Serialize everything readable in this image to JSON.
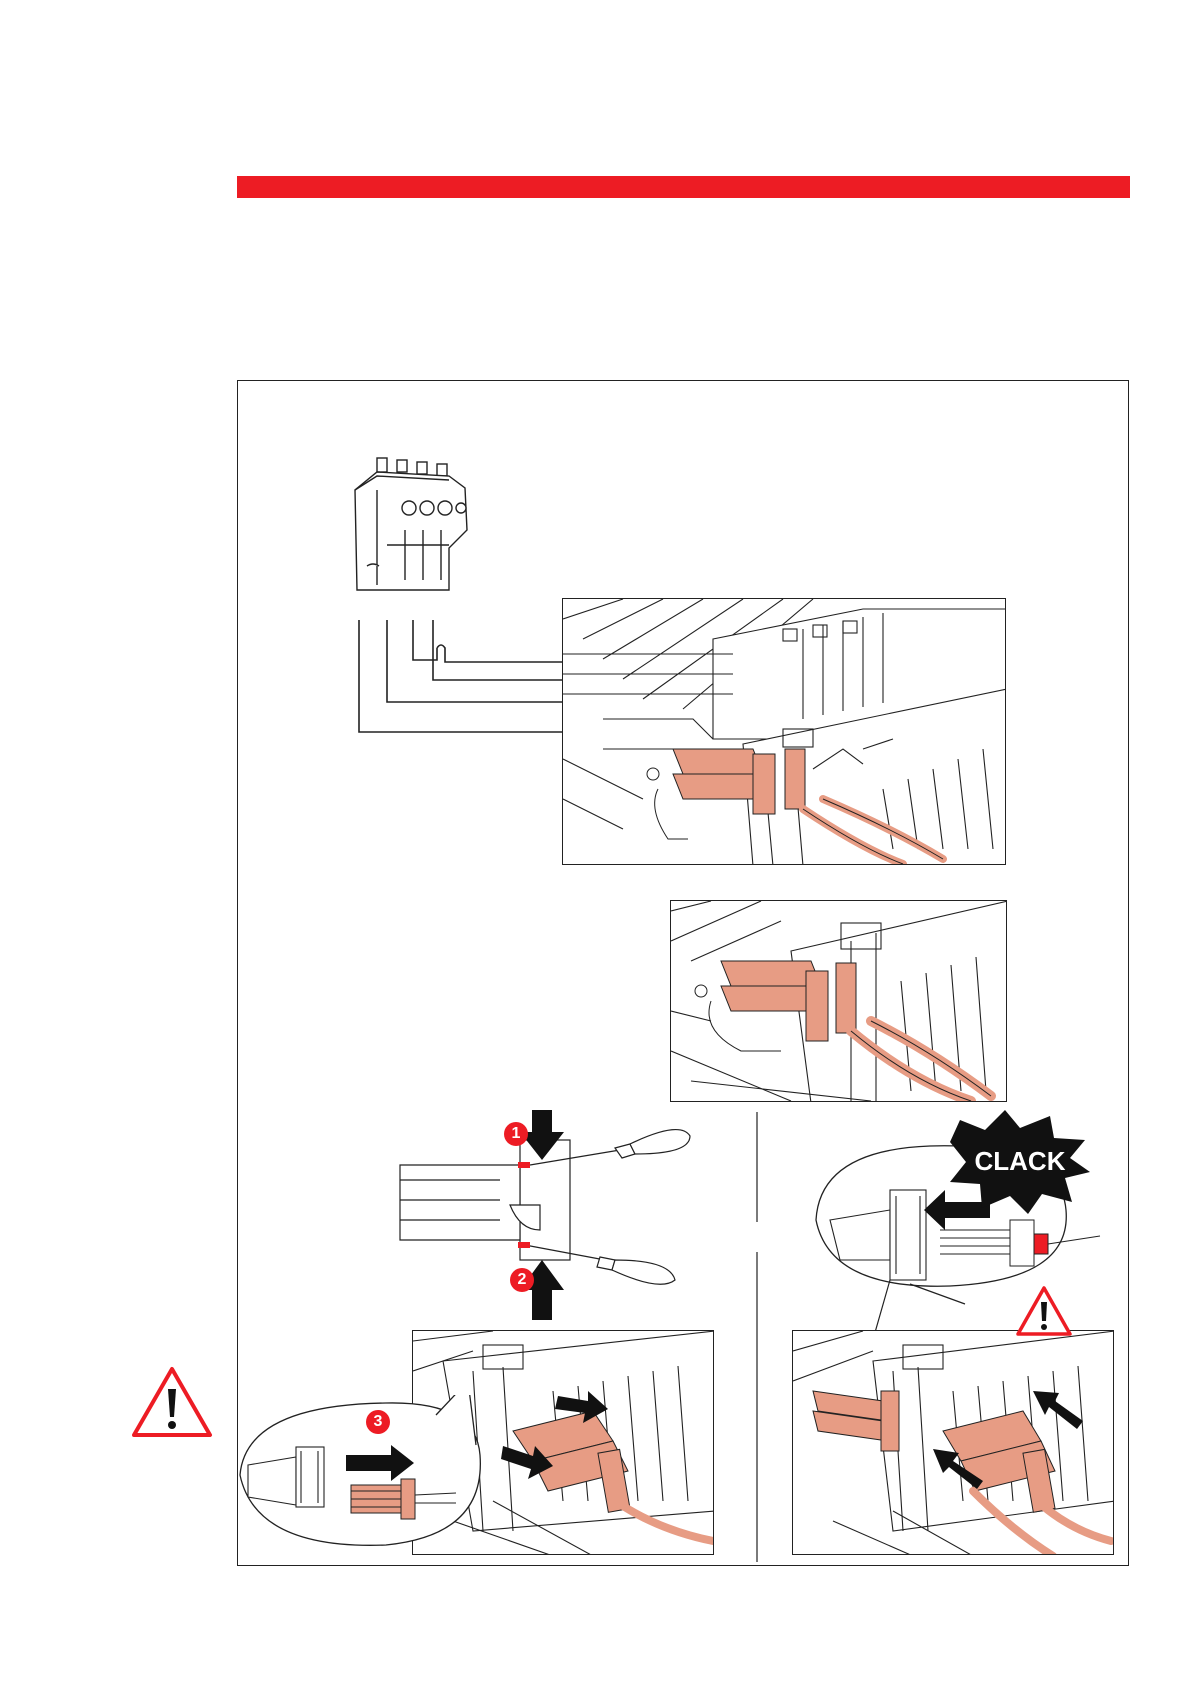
{
  "steps": {
    "step1": "1",
    "step2": "2",
    "step3": "3"
  },
  "callouts": {
    "clack": "CLACK"
  },
  "warnings": [
    "warning-icon-left",
    "warning-icon-right"
  ],
  "colors": {
    "accent_red": "#ed1c24",
    "connector_salmon": "#e79c84",
    "line": "#222222"
  }
}
